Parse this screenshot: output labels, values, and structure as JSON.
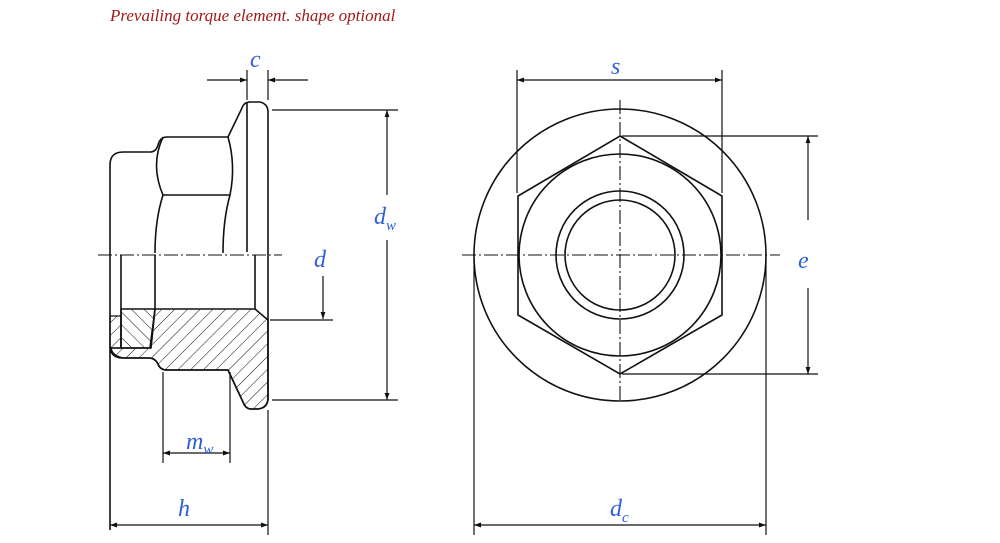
{
  "title": "Prevailing torque element. shape optional",
  "labels": {
    "c": "c",
    "dw": "d",
    "dw_sub": "w",
    "d": "d",
    "mw": "m",
    "mw_sub": "w",
    "h": "h",
    "s": "s",
    "e": "e",
    "dc": "d",
    "dc_sub": "c"
  },
  "colors": {
    "title": "#a01a1a",
    "labels": "#2f5fd8",
    "lines": "#111111"
  }
}
